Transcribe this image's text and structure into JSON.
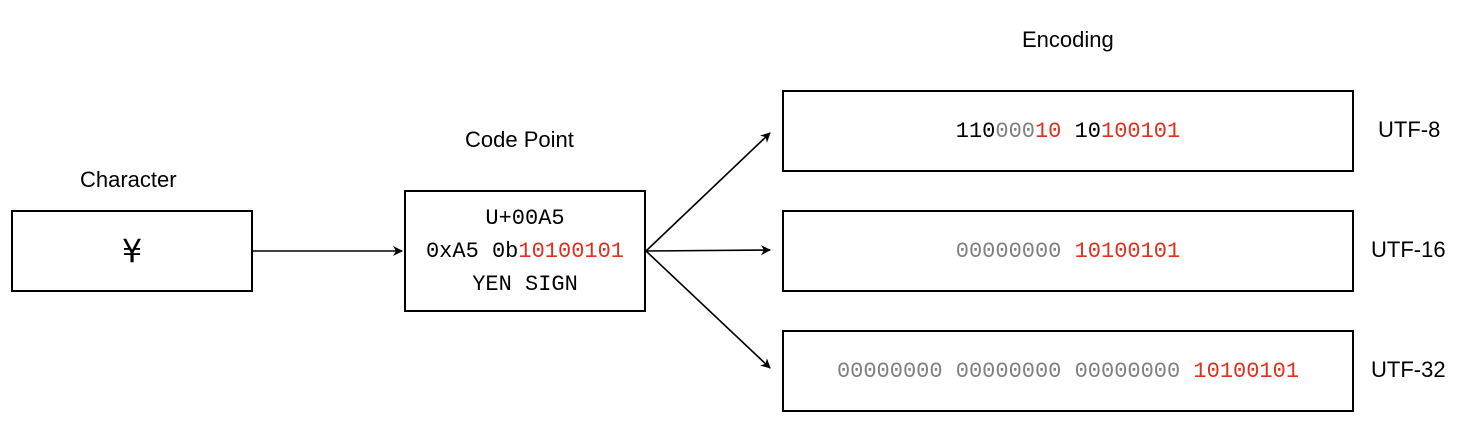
{
  "labels": {
    "character": "Character",
    "code_point": "Code Point",
    "encoding": "Encoding"
  },
  "character_box": {
    "glyph": "¥"
  },
  "code_point_box": {
    "line1": "U+00A5",
    "line2_prefix": "0xA5 0b",
    "line2_bits": "10100101",
    "line3": "YEN SIGN"
  },
  "encodings": {
    "utf8": {
      "name": "UTF-8",
      "segments": [
        {
          "text": "110",
          "style": "fixed"
        },
        {
          "text": "000",
          "style": "padding"
        },
        {
          "text": "10",
          "style": "payload"
        },
        {
          "text": " ",
          "style": "fixed"
        },
        {
          "text": "10",
          "style": "fixed"
        },
        {
          "text": "100101",
          "style": "payload"
        }
      ]
    },
    "utf16": {
      "name": "UTF-16",
      "segments": [
        {
          "text": "00000000",
          "style": "padding"
        },
        {
          "text": " ",
          "style": "fixed"
        },
        {
          "text": "10100101",
          "style": "payload"
        }
      ]
    },
    "utf32": {
      "name": "UTF-32",
      "segments": [
        {
          "text": "00000000",
          "style": "padding"
        },
        {
          "text": " ",
          "style": "fixed"
        },
        {
          "text": "00000000",
          "style": "padding"
        },
        {
          "text": " ",
          "style": "fixed"
        },
        {
          "text": "00000000",
          "style": "padding"
        },
        {
          "text": " ",
          "style": "fixed"
        },
        {
          "text": "10100101",
          "style": "payload"
        }
      ]
    }
  },
  "colors": {
    "fixed": "#000000",
    "padding": "#808080",
    "payload": "#e03020"
  }
}
